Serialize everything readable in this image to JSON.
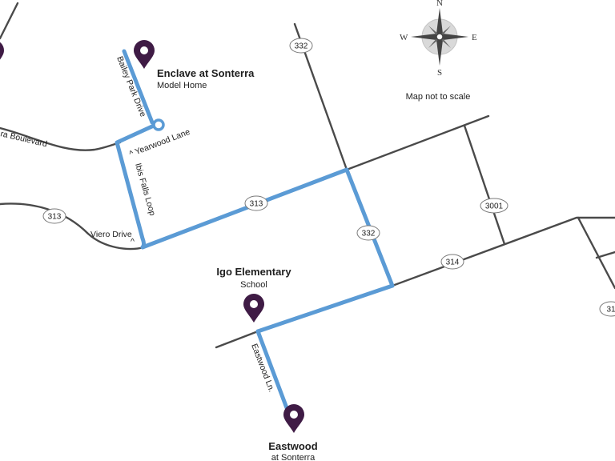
{
  "colors": {
    "road": "#4a4a4a",
    "route": "#5b9bd5",
    "pin": "#3f1b45",
    "shield_border": "#7a7a7a"
  },
  "compass": {
    "icon": "compass-rose-icon",
    "north": "N",
    "south": "S",
    "east": "E",
    "west": "W",
    "note": "Map not to scale"
  },
  "highways": {
    "h332_north": "332",
    "h313_left": "313",
    "h313_right": "313",
    "h332_mid": "332",
    "h3001": "3001",
    "h314": "314",
    "h31_partial": "31"
  },
  "streets": {
    "bailey_park": "Bailey Park Drive",
    "yearwood": "^ Yearwood Lane",
    "boulevard": "ra Boulevard",
    "ibis_falls": "Ibis Falls Loop",
    "viero": "Viero Drive",
    "viero_arrow": "^",
    "eastwood_ln": "Eastwood Ln."
  },
  "locations": {
    "enclave": {
      "title": "Enclave at Sonterra",
      "subtitle": "Model Home",
      "icon": "map-pin-icon"
    },
    "igo": {
      "title": "Igo Elementary",
      "subtitle": "School",
      "icon": "map-pin-icon"
    },
    "eastwood": {
      "title": "Eastwood",
      "subtitle": "at Sonterra",
      "icon": "map-pin-icon"
    }
  }
}
